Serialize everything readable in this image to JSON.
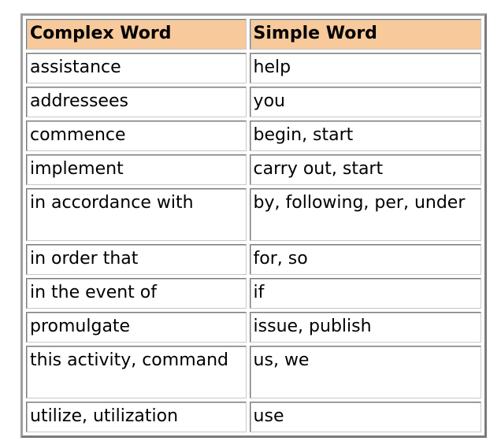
{
  "table": {
    "headers": [
      "Complex Word",
      "Simple Word"
    ],
    "rows": [
      [
        "assistance",
        "help"
      ],
      [
        "addressees",
        "you"
      ],
      [
        "commence",
        "begin, start"
      ],
      [
        "implement",
        "carry out, start"
      ],
      [
        "in accordance with",
        "by, following, per, under"
      ],
      [
        "in order that",
        "for, so"
      ],
      [
        "in the event of",
        "if"
      ],
      [
        "promulgate",
        "issue, publish"
      ],
      [
        "this activity, command",
        "us, we"
      ],
      [
        "utilize, utilization",
        "use"
      ]
    ]
  },
  "colors": {
    "header_background": "#f7c99b",
    "border": "#7a7a7a",
    "text": "#000000"
  }
}
